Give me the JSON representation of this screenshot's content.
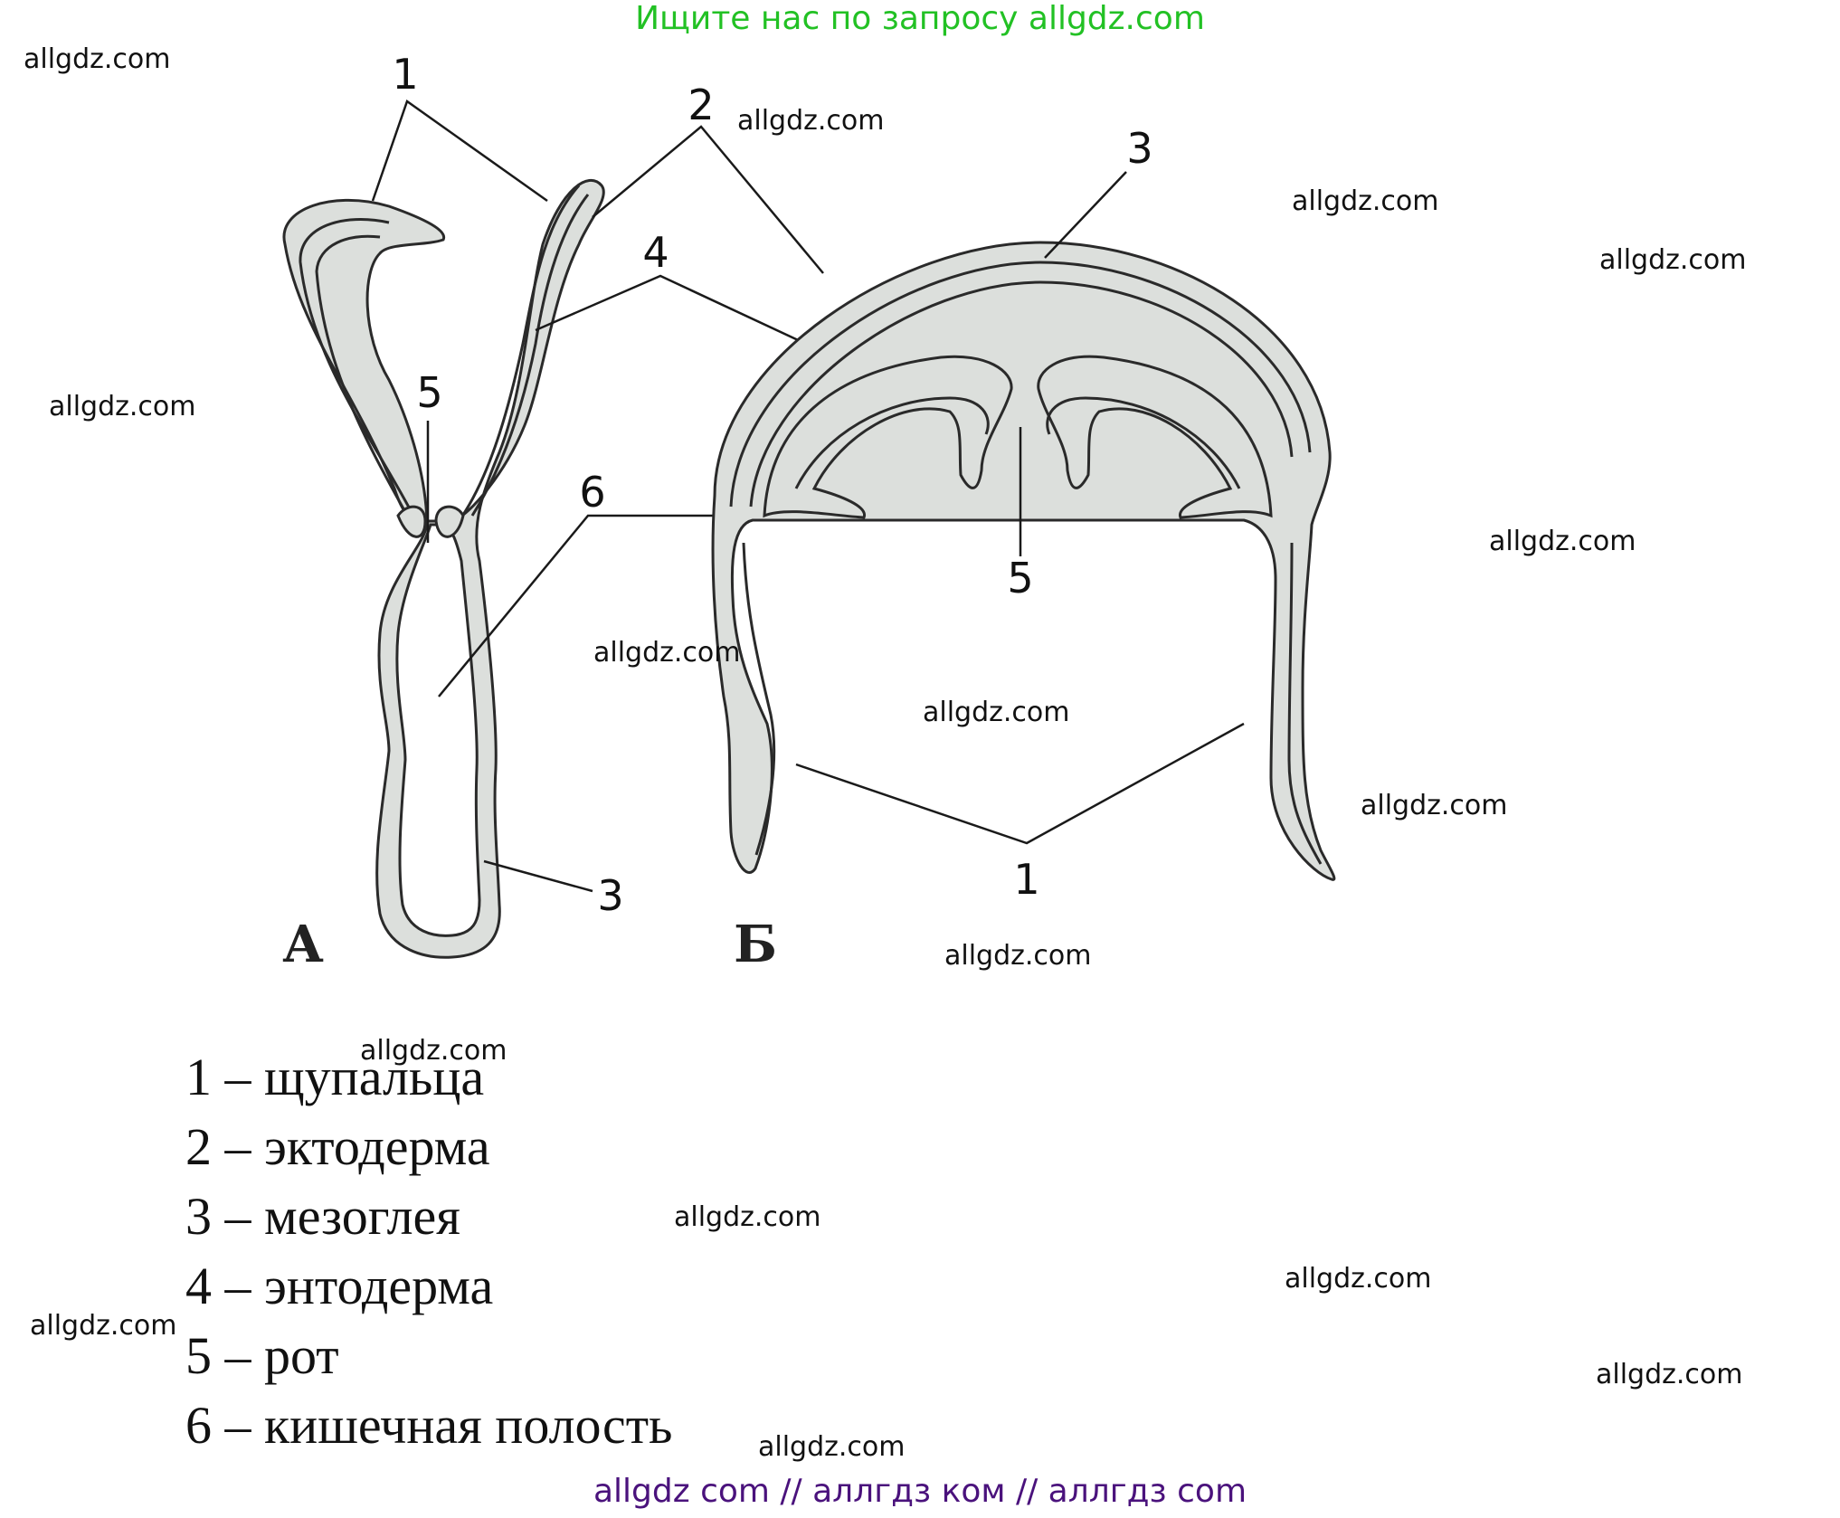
{
  "header": "Ищите нас по запросу allgdz.com",
  "footer": "allgdz com  //  аллгдз ком  //  аллгдз com",
  "diagram": {
    "figure_a": {
      "tag": "А",
      "numbers": {
        "tentacles": "1",
        "ectoderm": "2",
        "mesoglea": "3",
        "endoderm": "4",
        "mouth": "5",
        "cavity": "6"
      }
    },
    "figure_b": {
      "tag": "Б",
      "numbers": {
        "tentacles": "1",
        "mesoglea": "3",
        "mouth": "5"
      }
    }
  },
  "legend": [
    "1 – щупальца",
    "2 – эктодерма",
    "3 – мезоглея",
    "4 – энтодерма",
    "5 – рот",
    "6 – кишечная полость"
  ],
  "watermarks": [
    "allgdz.com",
    "allgdz.com",
    "allgdz.com",
    "allgdz.com",
    "allgdz.com",
    "allgdz.com",
    "allgdz.com",
    "allgdz.com",
    "allgdz.com",
    "allgdz.com",
    "allgdz.com",
    "allgdz.com",
    "allgdz.com",
    "allgdz.com",
    "allgdz.com",
    "allgdz.com"
  ],
  "colors": {
    "mesoglea_fill": "#dcdfdc",
    "outline": "#2a2a2a",
    "header": "#22c124",
    "footer": "#4a127c"
  }
}
